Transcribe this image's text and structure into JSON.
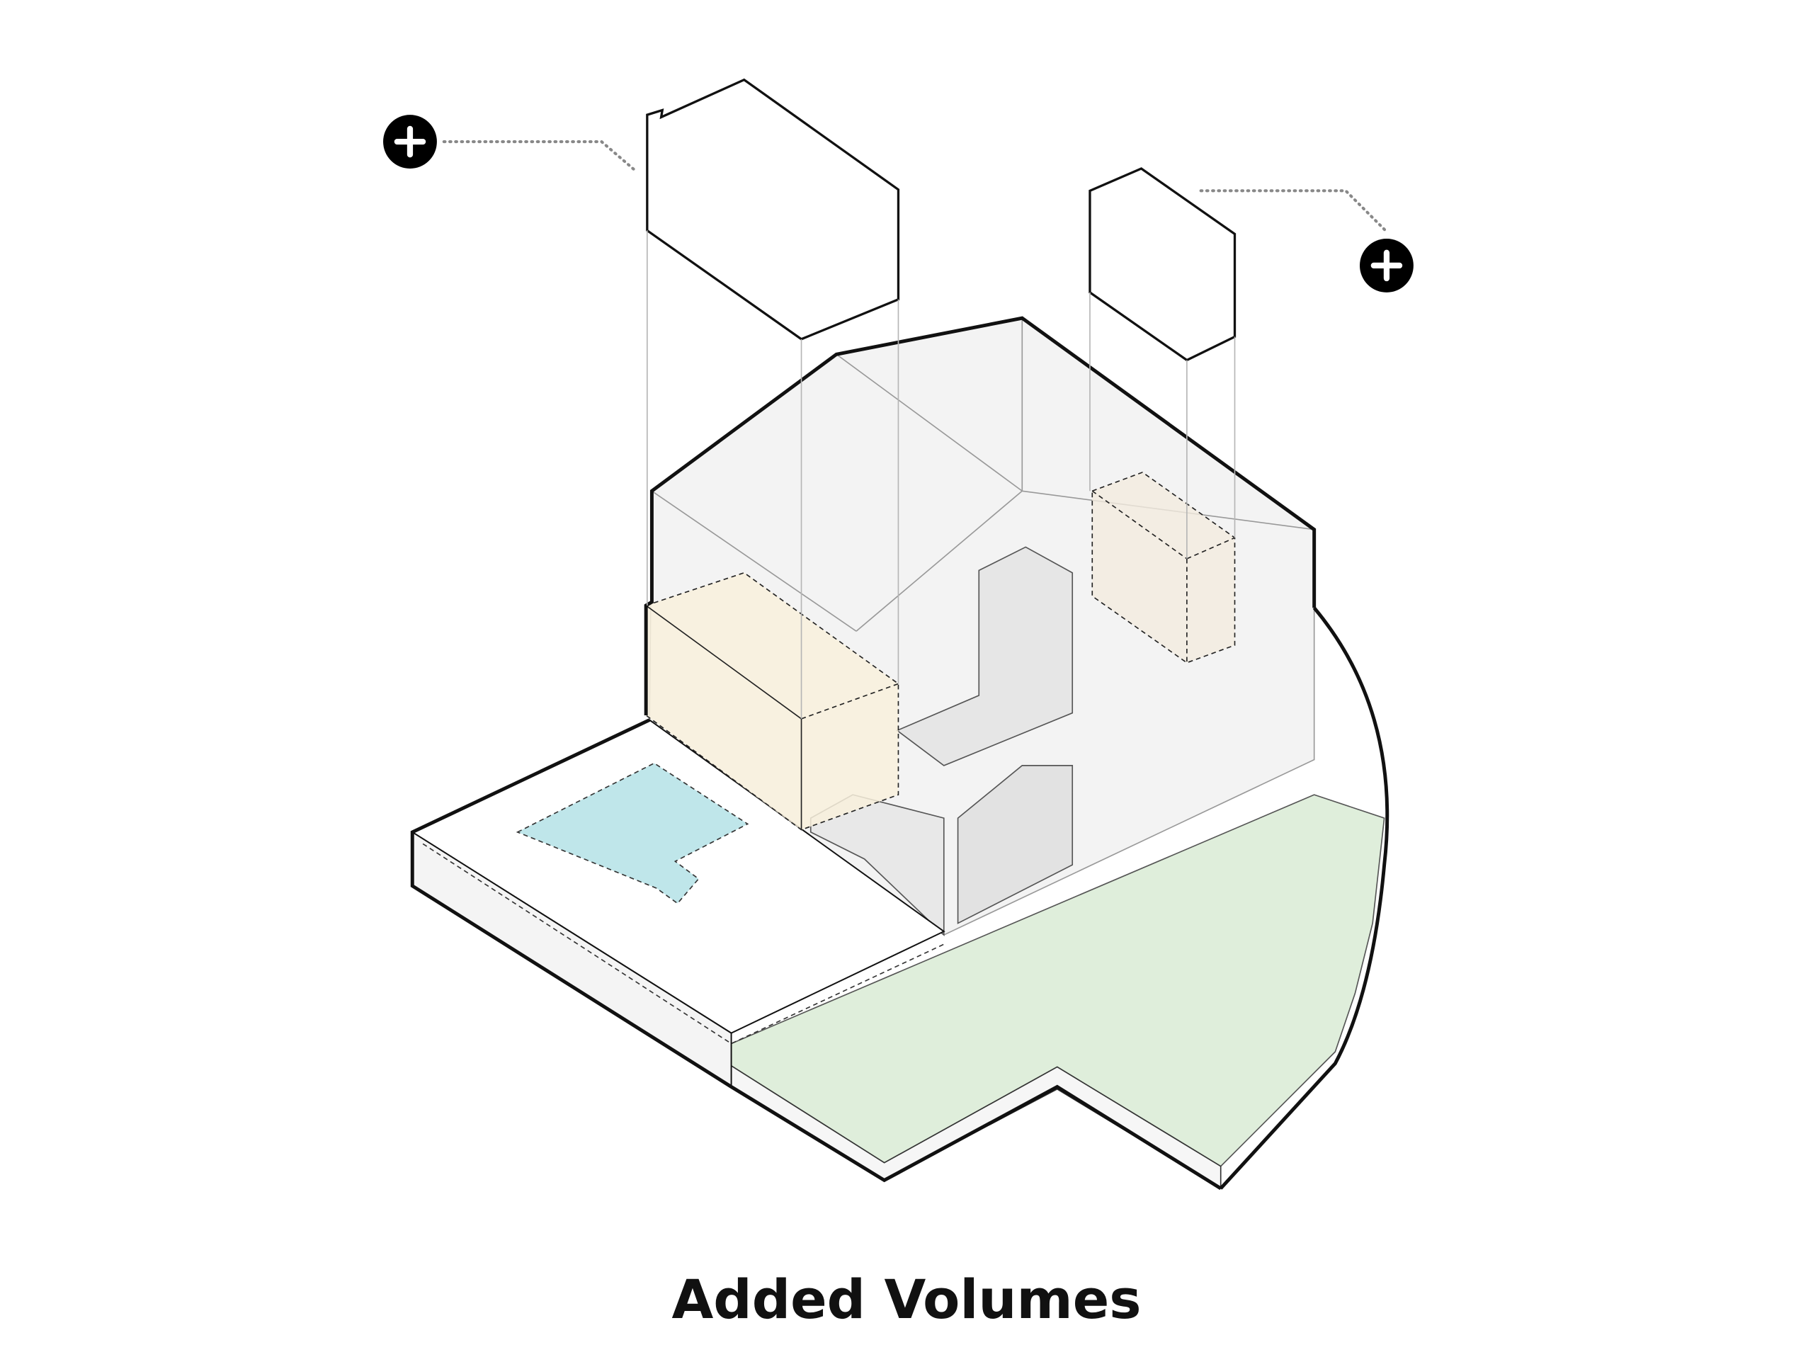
{
  "title": "Added Volumes",
  "colors": {
    "line": "#111111",
    "house_fill": "#f3f3f3",
    "added_volume_fill": "#f8f0dc",
    "pool_fill": "#bfe6ea",
    "lawn_fill": "#dfeedb",
    "guide_line": "#b5b5b5",
    "leader_dots": "#888888"
  },
  "icons": [
    "plus-icon-left",
    "plus-icon-right"
  ]
}
